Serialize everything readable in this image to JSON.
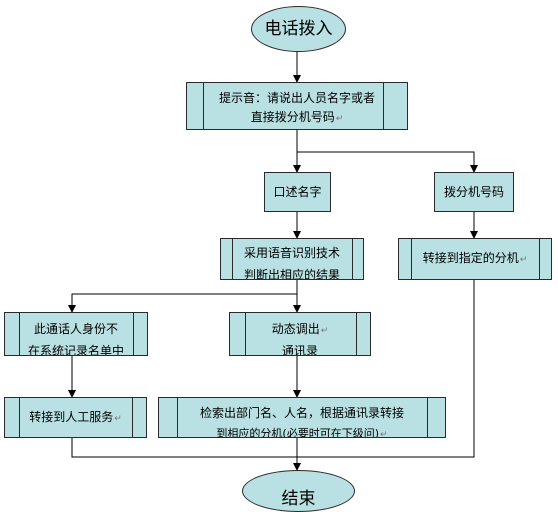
{
  "start": {
    "label": "电话拨入"
  },
  "prompt": {
    "line1": "提示音：请说出人员名字或者",
    "line2": "直接拨分机号码",
    "mark": "↵"
  },
  "speak_name": {
    "label": "口述名字"
  },
  "dial_ext": {
    "label": "拨分机号码"
  },
  "voice_recog": {
    "line1": "采用语音识别技术",
    "line2": "判断出相应的结果"
  },
  "transfer_ext": {
    "label": "转接到指定的分机",
    "mark": "↵"
  },
  "not_in_dir": {
    "line1": "此通话人身份不",
    "line2": "在系统记录名单中"
  },
  "call_dir": {
    "line1": "动态调出",
    "line2": "通讯录",
    "mark": "↵"
  },
  "manual_svc": {
    "label": "转接到人工服务",
    "mark": "↵"
  },
  "search": {
    "line1": "检索出部门名、人名，根据通讯录转接",
    "line2": "到相应的分机(必要时可在下级问)",
    "mark": "↵"
  },
  "end": {
    "label": "结束"
  }
}
